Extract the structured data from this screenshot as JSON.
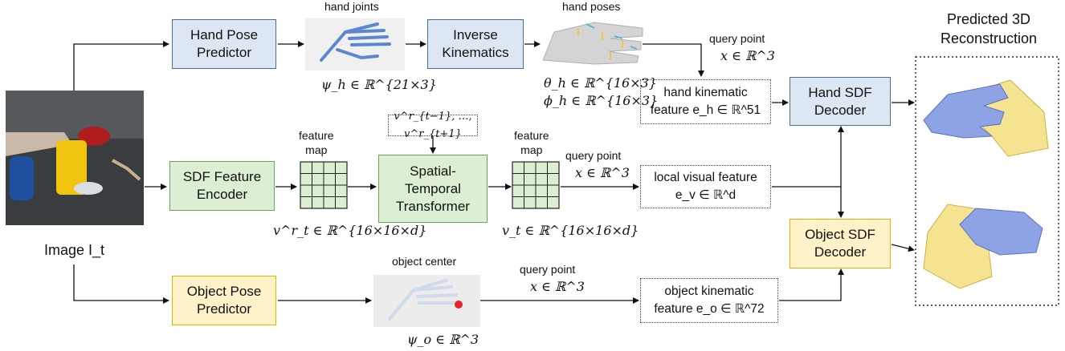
{
  "hand_pose_predictor": [
    "Hand Pose",
    "Predictor"
  ],
  "inverse_kinematics": [
    "Inverse",
    "Kinematics"
  ],
  "sdf_feature_encoder": [
    "SDF Feature",
    "Encoder"
  ],
  "spatial_temporal_transformer": [
    "Spatial-",
    "Temporal",
    "Transformer"
  ],
  "object_pose_predictor": [
    "Object Pose",
    "Predictor"
  ],
  "hand_sdf_decoder": [
    "Hand SDF",
    "Decoder"
  ],
  "object_sdf_decoder": [
    "Object SDF",
    "Decoder"
  ],
  "hand_kinematic_feature": [
    "hand kinematic",
    "feature e_h ∈ ℝ^51"
  ],
  "local_visual_feature": [
    "local visual feature",
    "e_v ∈ ℝ^d"
  ],
  "object_kinematic_feature": [
    "object kinematic",
    "feature e_o ∈ ℝ^72"
  ],
  "temporal_neighbors": "v^r_{t−1}, …, v^r_{t+1}",
  "labels": {
    "hand_joints": "hand joints",
    "hand_poses": "hand poses",
    "feature_map_1": [
      "feature",
      "map"
    ],
    "feature_map_2": [
      "feature",
      "map"
    ],
    "object_center": "object center",
    "query_point_1": "query point",
    "query_point_2": "query point",
    "query_point_3": "query point",
    "image": "Image I_t",
    "output_title": [
      "Predicted 3D",
      "Reconstruction"
    ]
  },
  "math": {
    "psi_h": "ψ_h ∈ ℝ^{21×3}",
    "theta_h": "θ_h ∈ ℝ^{16×3}",
    "phi_h": "ϕ_h ∈ ℝ^{16×3}",
    "x_1": "x ∈ ℝ^3",
    "x_2": "x ∈ ℝ^3",
    "x_3": "x ∈ ℝ^3",
    "v_r": "v^r_t ∈ ℝ^{16×16×d}",
    "v_t": "v_t ∈ ℝ^{16×16×d}",
    "psi_o": "ψ_o ∈ ℝ^3"
  },
  "colors": {
    "blue_fill": "#dce7f3",
    "blue_border": "#4a6f9a",
    "green_fill": "#dcefd2",
    "green_border": "#6aa84f",
    "yellow_fill": "#fff2c9",
    "yellow_border": "#e2b300",
    "hand_mesh": "#8ea2e6",
    "object_mesh": "#f4e38f",
    "object_center_dot": "#e0262b"
  }
}
